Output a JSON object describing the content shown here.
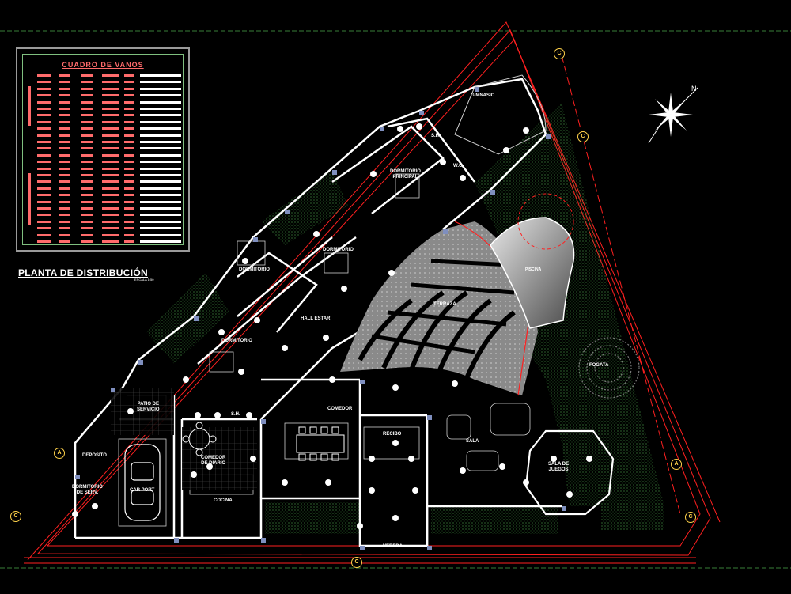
{
  "schedule": {
    "title": "CUADRO DE VANOS",
    "row_count": 26
  },
  "plan": {
    "title": "PLANTA DE DISTRIBUCIÓN",
    "scale": "ESCALA 1:50"
  },
  "rooms": {
    "gimnasio": "GIMNASIO",
    "sh_top": "S.H.",
    "wc": "W.C.",
    "dormitorio_principal": "DORMITORIO\nPRINCIPAL",
    "dormitorio_1": "DORMITORIO",
    "dormitorio_2": "DORMITORIO",
    "dormitorio_3": "DORMITORIO",
    "piscina": "PISCINA",
    "terraza": "TERRAZA",
    "hall_estar": "HALL ESTAR",
    "patio_servicio": "PATIO DE\nSERVICIO",
    "sh_mid": "S.H.",
    "comedor": "COMEDOR",
    "recibo": "RECIBO",
    "sala": "SALA",
    "sala_juegos": "SALA DE\nJUEGOS",
    "fogata": "FOGATA",
    "deposito": "DEPOSITO",
    "comedor_diario": "COMEDOR\nDE DIARIO",
    "dormitorio_serv": "DORMITORIO\nDE SERV.",
    "car_port": "CAR PORT",
    "cocina": "COCINA",
    "vereda": "VEREDA"
  },
  "grid_markers": {
    "a_left": "A",
    "a_right": "A",
    "c_left": "C",
    "c_right": "C",
    "c_top": "C",
    "c_bottom": "C",
    "c_topright": "C"
  },
  "colors": {
    "background": "#000000",
    "wall": "#ffffff",
    "dimension": "#ff2020",
    "axis": "#ffd24a",
    "landscape": "#2f6b2f",
    "table_text": "#ff6b6b"
  },
  "icons": {
    "north_arrow": "compass-rose-icon"
  }
}
